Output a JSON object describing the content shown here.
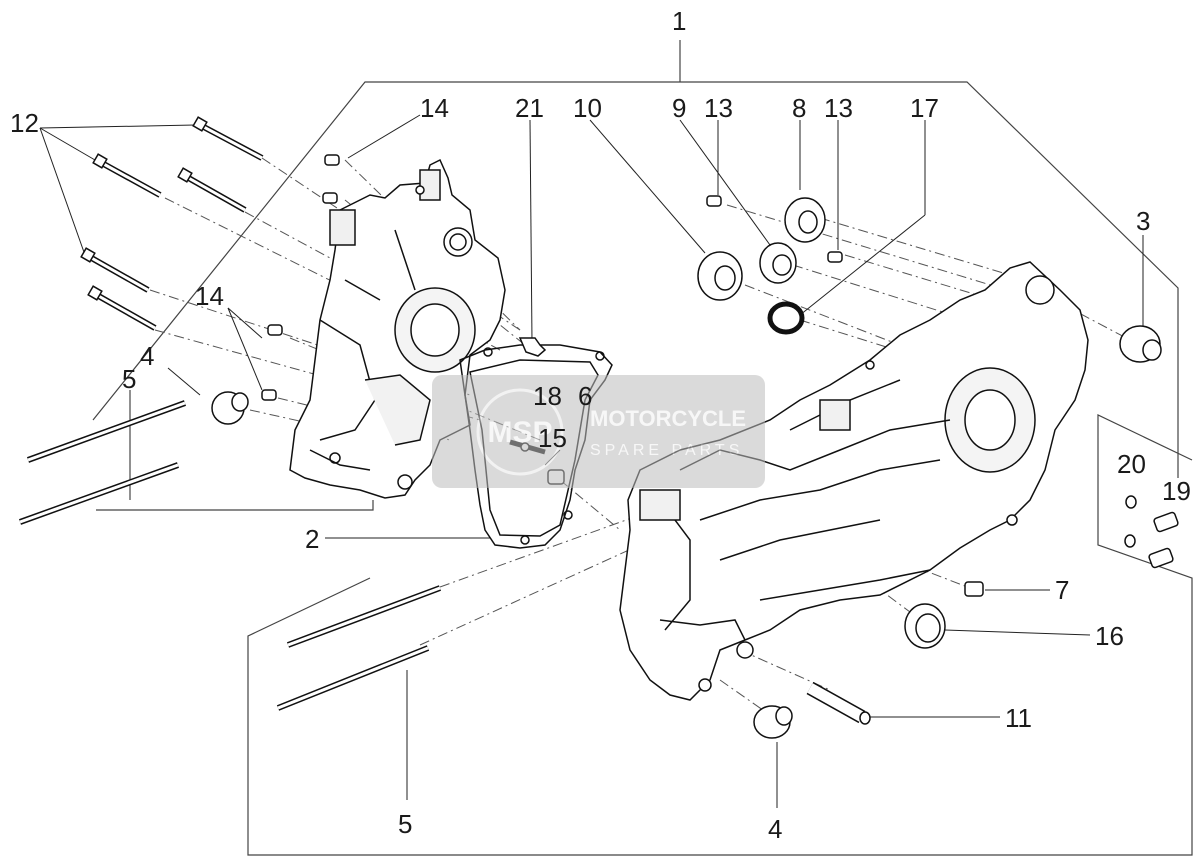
{
  "callouts": {
    "c1": "1",
    "c2": "2",
    "c3": "3",
    "c4a": "4",
    "c4b": "4",
    "c5a": "5",
    "c5b": "5",
    "c6": "6",
    "c7": "7",
    "c8": "8",
    "c9": "9",
    "c10": "10",
    "c11": "11",
    "c12": "12",
    "c13a": "13",
    "c13b": "13",
    "c14a": "14",
    "c14b": "14",
    "c15": "15",
    "c16": "16",
    "c17": "17",
    "c18": "18",
    "c19": "19",
    "c20": "20",
    "c21": "21"
  },
  "watermark": {
    "logo_text": "MSP",
    "line1": "MOTORCYCLE",
    "line2": "SPARE PARTS"
  },
  "colors": {
    "line": "#1a1a1a",
    "watermark": "#9a9a9a"
  }
}
